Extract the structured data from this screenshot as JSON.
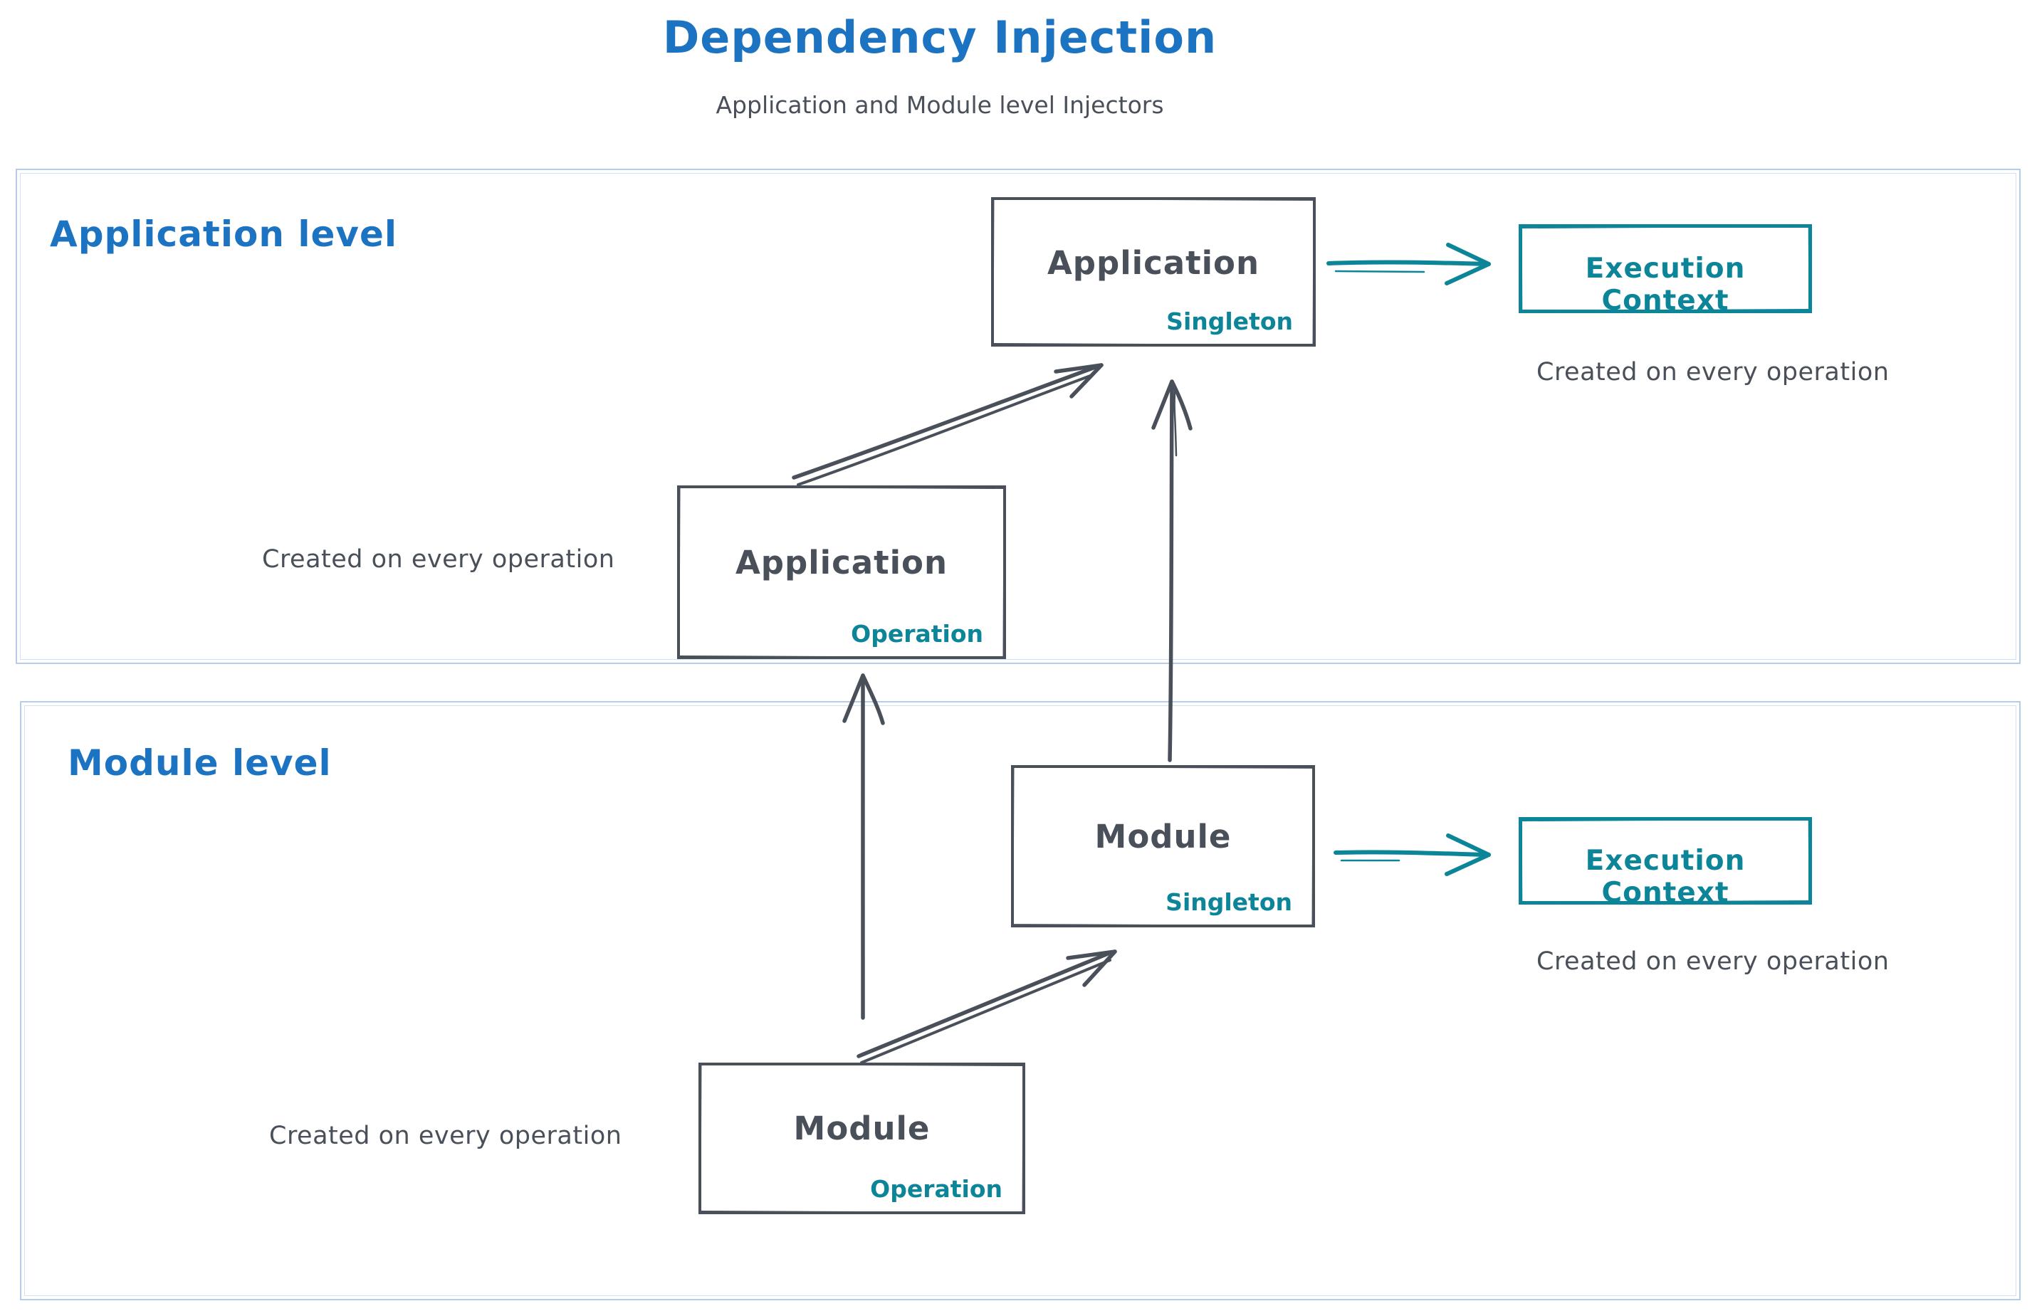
{
  "title": "Dependency Injection",
  "subtitle": "Application and Module level Injectors",
  "colors": {
    "blue": "#1b73c1",
    "dark": "#49505a",
    "teal": "#0c8599",
    "frame": "#b5cde9",
    "frame_light": "#d3e2f2"
  },
  "sections": {
    "application": {
      "label": "Application level"
    },
    "module": {
      "label": "Module level"
    }
  },
  "nodes": {
    "app_singleton": {
      "title": "Application",
      "badge": "Singleton"
    },
    "app_operation": {
      "title": "Application",
      "badge": "Operation"
    },
    "exec_context_app": {
      "title": "Execution Context"
    },
    "module_singleton": {
      "title": "Module",
      "badge": "Singleton"
    },
    "module_operation": {
      "title": "Module",
      "badge": "Operation"
    },
    "exec_context_module": {
      "title": "Execution Context"
    }
  },
  "captions": {
    "app_operation": "Created on every operation",
    "app_exec": "Created on every operation",
    "module_operation": "Created on every operation",
    "module_exec": "Created on every operation"
  }
}
